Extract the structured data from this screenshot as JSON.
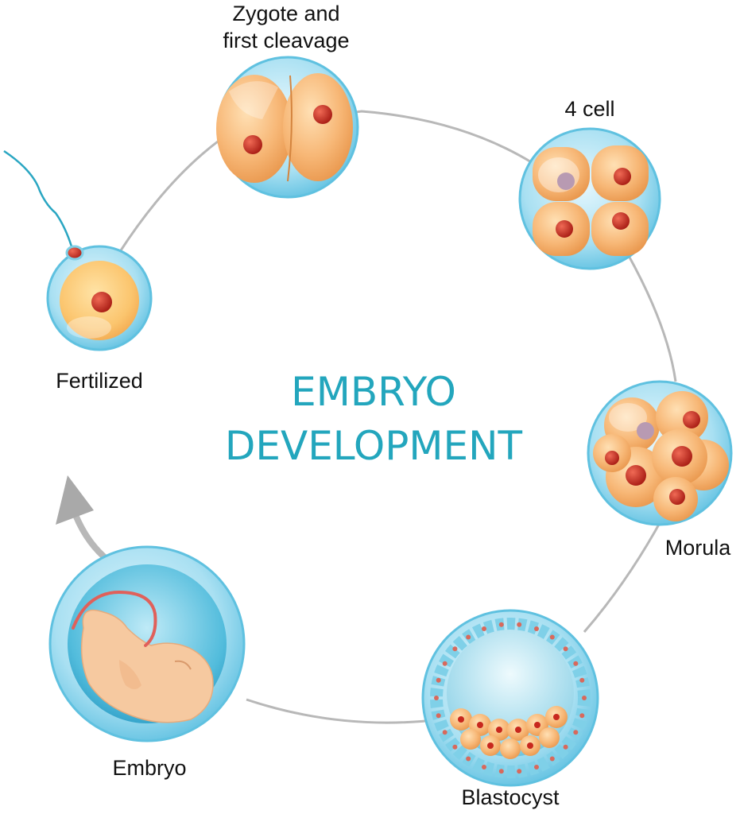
{
  "title": {
    "line1": "EMBRYO",
    "line2": "DEVELOPMENT"
  },
  "stages": [
    {
      "id": "fertilized",
      "label_lines": [
        "Fertilized"
      ]
    },
    {
      "id": "zygote",
      "label_lines": [
        "Zygote and",
        "first cleavage"
      ]
    },
    {
      "id": "four-cell",
      "label_lines": [
        "4 cell"
      ]
    },
    {
      "id": "morula",
      "label_lines": [
        "Morula"
      ]
    },
    {
      "id": "blastocyst",
      "label_lines": [
        "Blastocyst"
      ]
    },
    {
      "id": "embryo",
      "label_lines": [
        "Embryo"
      ]
    }
  ],
  "colors": {
    "title": "#23a6bd",
    "cycle_line": "#b8b8b8",
    "zona": "#9fdcef",
    "cytoplasm": "#f5a862",
    "nucleus": "#c8281e",
    "embryo_skin": "#f6c9a0",
    "umbilical": "#e0605a"
  }
}
